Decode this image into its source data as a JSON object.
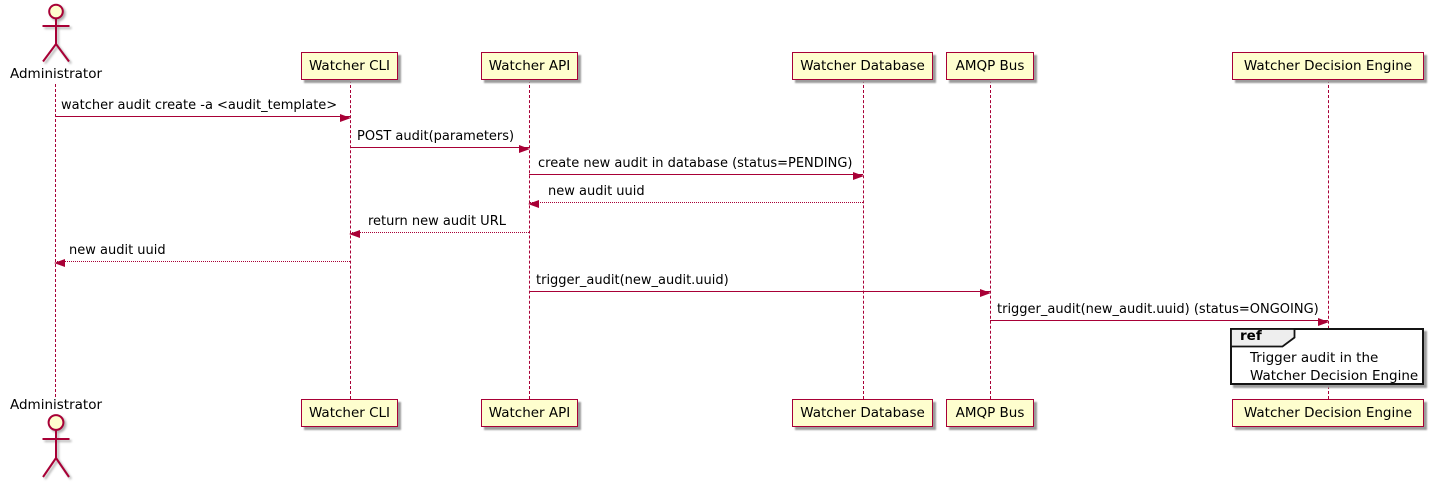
{
  "diagram": {
    "kind": "uml-sequence-diagram"
  },
  "colors": {
    "background": "#FFFFFF",
    "participant_fill": "#FEFECE",
    "stroke": "#A80036",
    "text": "#000000",
    "ref_border": "#141414",
    "ref_header_fill": "#EEEEEE",
    "shadow": "#9C9C9C"
  },
  "participants": [
    {
      "name": "Administrator",
      "kind": "actor"
    },
    {
      "name": "Watcher CLI",
      "kind": "participant"
    },
    {
      "name": "Watcher API",
      "kind": "participant"
    },
    {
      "name": "Watcher Database",
      "kind": "participant"
    },
    {
      "name": "AMQP Bus",
      "kind": "participant"
    },
    {
      "name": "Watcher Decision Engine",
      "kind": "participant"
    }
  ],
  "messages": [
    {
      "from": "Administrator",
      "to": "Watcher CLI",
      "label": "watcher audit create -a <audit_template>",
      "line": "solid",
      "direction": "right"
    },
    {
      "from": "Watcher CLI",
      "to": "Watcher API",
      "label": "POST audit(parameters)",
      "line": "solid",
      "direction": "right"
    },
    {
      "from": "Watcher API",
      "to": "Watcher Database",
      "label": "create new audit in database (status=PENDING)",
      "line": "solid",
      "direction": "right"
    },
    {
      "from": "Watcher Database",
      "to": "Watcher API",
      "label": "new audit uuid",
      "line": "dashed",
      "direction": "left"
    },
    {
      "from": "Watcher API",
      "to": "Watcher CLI",
      "label": "return new audit URL",
      "line": "dashed",
      "direction": "left"
    },
    {
      "from": "Watcher CLI",
      "to": "Administrator",
      "label": "new audit uuid",
      "line": "dashed",
      "direction": "left"
    },
    {
      "from": "Watcher API",
      "to": "AMQP Bus",
      "label": "trigger_audit(new_audit.uuid)",
      "line": "solid",
      "direction": "right"
    },
    {
      "from": "AMQP Bus",
      "to": "Watcher Decision Engine",
      "label": "trigger_audit(new_audit.uuid) (status=ONGOING)",
      "line": "solid",
      "direction": "right"
    }
  ],
  "ref": {
    "keyword": "ref",
    "over": "Watcher Decision Engine",
    "lines": [
      "Trigger audit in the",
      "Watcher Decision Engine"
    ]
  }
}
